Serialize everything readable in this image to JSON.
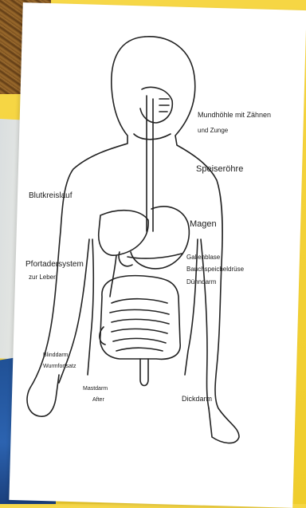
{
  "labels": {
    "mouth": "Mundhöhle mit Zähnen",
    "mouth2": "und Zunge",
    "esophagus": "Speiseröhre",
    "blood_circulation": "Blutkreislauf",
    "stomach": "Magen",
    "gallbladder": "Gallenblase",
    "pancreas": "Bauchspeicheldrüse",
    "duodenum": "Dünndarm",
    "portal_system": "Pfortadersystem",
    "to_liver": "zur Leber",
    "appendix": "Blinddarm",
    "appendix2": "Wurmfortsatz",
    "rectum": "Mastdarm",
    "anus": "After",
    "colon": "Dickdarm"
  }
}
